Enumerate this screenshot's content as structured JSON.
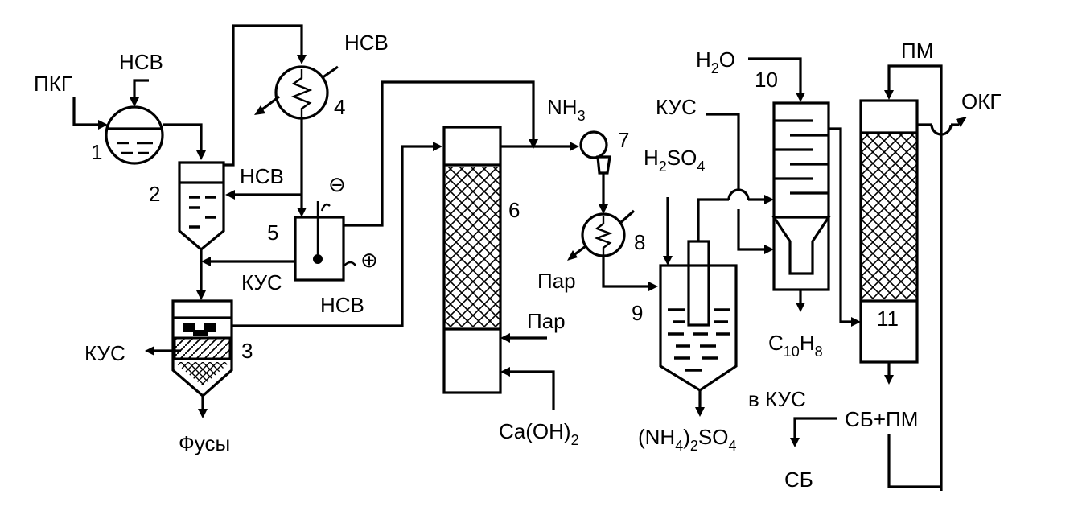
{
  "streams": {
    "pkg": "ПКГ",
    "nsv1": "НСВ",
    "nsv4": "НСВ",
    "nsv2": "НСВ",
    "nsv3": "НСВ",
    "kus5": "КУС",
    "kus3": "КУС",
    "fusy": "Фусы",
    "par6": "Пар",
    "par8": "Пар",
    "caoh2": "Ca(OH)",
    "caoh2_sub": "2",
    "nh3": "NH",
    "nh3_sub": "3",
    "kus10": "КУС",
    "h2so4_h": "H",
    "h2so4_sub": "2",
    "h2so4_rest": "SO",
    "h2so4_sub2": "4",
    "nh4so4_open": "(NH",
    "nh4so4_sub1": "4",
    "nh4so4_mid": ")",
    "nh4so4_sub2": "2",
    "nh4so4_so": "SO",
    "nh4so4_sub3": "4",
    "h2o_h": "H",
    "h2o_sub": "2",
    "h2o_o": "O",
    "c10h8_c": "C",
    "c10h8_sub1": "10",
    "c10h8_h": "H",
    "c10h8_sub2": "8",
    "pm": "ПМ",
    "okg": "ОКГ",
    "v_kus": "в КУС",
    "sb_pm": "СБ+ПМ",
    "sb": "СБ"
  },
  "numbers": {
    "n1": "1",
    "n2": "2",
    "n3": "3",
    "n4": "4",
    "n5": "5",
    "n6": "6",
    "n7": "7",
    "n8": "8",
    "n9": "9",
    "n10": "10",
    "n11": "11"
  },
  "electrodes": {
    "minus": "⊖",
    "plus": "⊕"
  }
}
